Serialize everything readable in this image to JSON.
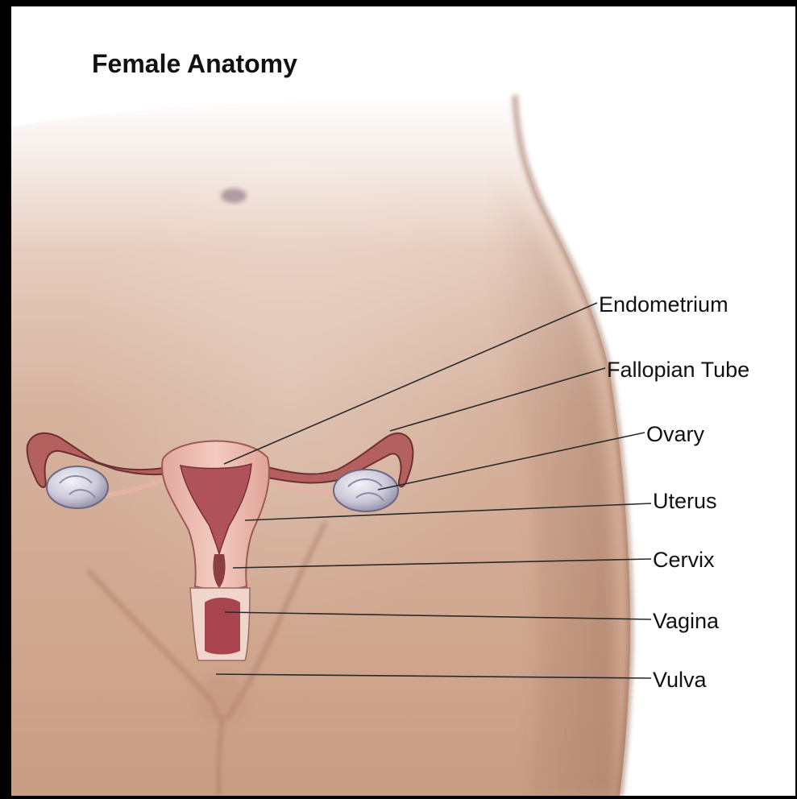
{
  "title": "Female Anatomy",
  "labels": {
    "endometrium": "Endometrium",
    "fallopian_tube": "Fallopian Tube",
    "ovary": "Ovary",
    "uterus": "Uterus",
    "cervix": "Cervix",
    "vagina": "Vagina",
    "vulva": "Vulva"
  },
  "colors": {
    "skin": "#cc9f86",
    "skin_light": "#f2ddd0",
    "skin_shadow": "#a8765e",
    "uterus_outer": "#e9b7ac",
    "uterus_inner": "#b0525a",
    "tube": "#b3605f",
    "ovary": "#c9c7d6",
    "leader_line": "#2a2a2a",
    "text": "#111111",
    "frame": "#000000"
  }
}
